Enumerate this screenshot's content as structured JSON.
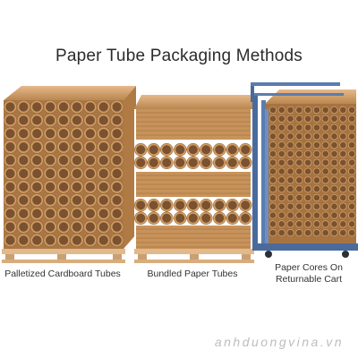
{
  "title": "Paper Tube Packaging Methods",
  "captions": {
    "palletized": "Palletized Cardboard Tubes",
    "bundled": "Bundled Paper Tubes",
    "cart_line1": "Paper Cores On",
    "cart_line2": "Returnable Cart"
  },
  "watermark": "anhduongvina.vn",
  "colors": {
    "tube_face": "#c9955e",
    "tube_hole": "#6e4a28",
    "tube_side": "#d9a877",
    "pallet": "#e2b98a",
    "cart_frame": "#4a6a9c",
    "band": "#c49a72"
  }
}
